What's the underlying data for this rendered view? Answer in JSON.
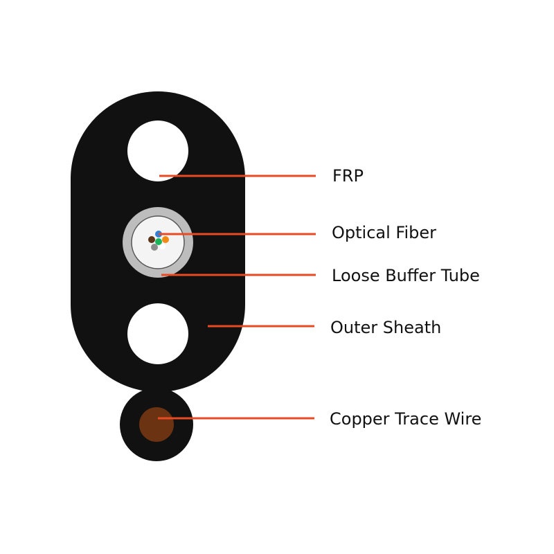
{
  "labels": {
    "frp": "FRP",
    "optical_fiber": "Optical Fiber",
    "loose_buffer_tube": "Loose Buffer Tube",
    "outer_sheath": "Outer Sheath",
    "copper_trace_wire": "Copper Trace Wire"
  },
  "colors": {
    "sheath": "#111111",
    "leader_line": "#e84a24",
    "tube_outer": "#bdbdbd",
    "tube_inner": "#f4f4f4",
    "copper": "#6b3312",
    "label_text": "#111111",
    "fibers": [
      "#2f80d6",
      "#f28a12",
      "#1ab35a",
      "#8b8b8b",
      "#5a3518",
      "#ffffff"
    ]
  }
}
